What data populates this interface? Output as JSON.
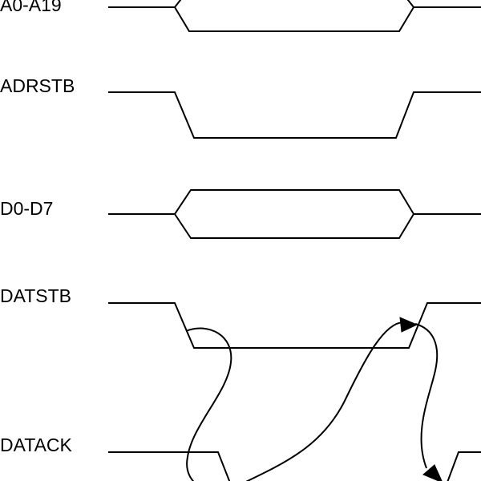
{
  "diagram": {
    "signals": [
      {
        "id": "address",
        "label": "A0-A19"
      },
      {
        "id": "adrstb",
        "label": "ADRSTB"
      },
      {
        "id": "data",
        "label": "D0-D7"
      },
      {
        "id": "datstb",
        "label": "DATSTB"
      },
      {
        "id": "datack",
        "label": "DATACK"
      }
    ],
    "colors": {
      "stroke": "#000000",
      "background": "#ffffff"
    }
  }
}
